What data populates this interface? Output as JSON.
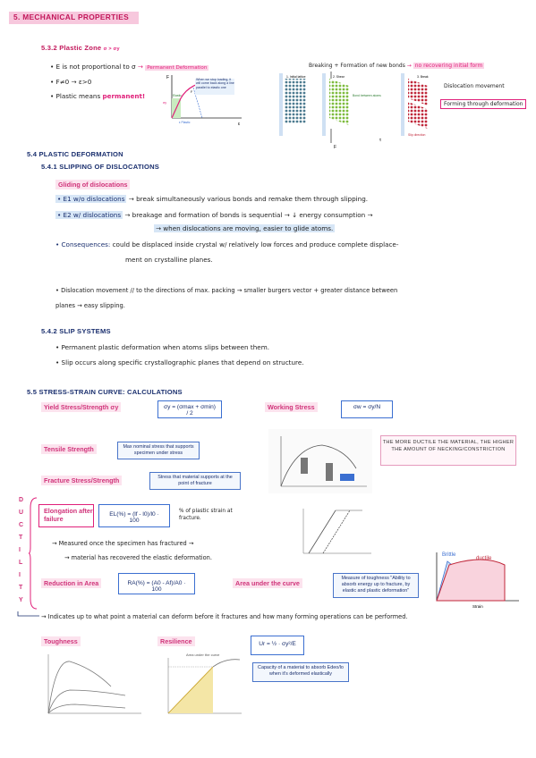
{
  "header": {
    "title": "5. MECHANICAL PROPERTIES"
  },
  "plastic_zone": {
    "title": "5.3.2 Plastic Zone",
    "condition": "σ > σy",
    "bullet1": "• E is not proportional to σ",
    "bullet1_arrow": "→",
    "bullet1_hl": "Permanent Deformation",
    "bullet2": "• F≠0 → ε>0",
    "bullet3": "• Plastic means",
    "bullet3_hl": "permanent!",
    "graph": {
      "ylabel": "F",
      "xlabel": "ε",
      "label_elastic": "Elastic",
      "label_plastic": "ε Plastic",
      "label_yield": "σy",
      "label_annot": "When we stop loading, it will come back along a line parallel to elastic one",
      "point_f": "F"
    },
    "diagram": {
      "label1": "1. Initial lattice",
      "label2": "2. Shear",
      "label3": "3. Break",
      "label_bond": "Bond between atoms",
      "label_slip": "Slip direction",
      "f_top": "F",
      "f_bottom": "F",
      "t_label": "τ"
    },
    "right_line": "Breaking + Formation of new bonds",
    "right_arrow": "→",
    "right_hl": "no recovering initial form",
    "dislocation": "Dislocation movement",
    "forming": "Forming through deformation"
  },
  "plastic_def": {
    "title": "5.4 PLASTIC DEFORMATION",
    "sub": "5.4.1 SLIPPING OF DISLOCATIONS",
    "gliding": "Gliding of dislocations",
    "e1_lbl": "• E1 w/o dislocations",
    "e1_text": "→ break simultaneously various bonds and remake them through slipping.",
    "e2_lbl": "• E2 w/ dislocations",
    "e2_text": "→ breakage and formation of bonds is sequential → ↓ energy consumption →",
    "e2_cont": "→ when dislocations are moving, easier to glide atoms.",
    "cons_lbl": "• Consequences:",
    "cons_text": "could be displaced inside crystal w/ relatively low forces and produce complete displace-",
    "cons_cont": "ment on crystalline planes.",
    "disloc_text": "• Dislocation movement // to the directions of max. packing → smaller burgers vector + greater distance between",
    "disloc_cont": "planes → easy slipping."
  },
  "slip": {
    "title": "5.4.2 SLIP SYSTEMS",
    "b1": "• Permanent plastic deformation when atoms slips between them.",
    "b2": "• Slip occurs along specific crystallographic planes that depend on structure."
  },
  "stress": {
    "title": "5.5 STRESS-STRAIN CURVE: CALCULATIONS",
    "yield_lbl": "Yield Stress/Strength σy",
    "yield_formula": "σy = (σmax + σmin) / 2",
    "working_lbl": "Working Stress",
    "working_formula": "σw = σy/N",
    "tensile_lbl": "Tensile Strength",
    "tensile_box": "Max nominal stress that supports specimen under stress",
    "fracture_lbl": "Fracture Stress/Strength",
    "fracture_box": "Stress that material supports at the point of fracture",
    "ductile_box": "THE MORE DUCTILE THE MATERIAL, THE HIGHER THE AMOUNT OF NECKING/CONSTRICTION",
    "ductility_letters": [
      "D",
      "U",
      "C",
      "T",
      "I",
      "L",
      "I",
      "T",
      "Y"
    ],
    "elong_lbl": "Elongation after failure",
    "elong_formula": "EL(%) = (lf - l0)/l0 · 100",
    "elong_note": "% of plastic strain at fracture.",
    "measured": "→ Measured once the specimen has fractured →",
    "measured_cont": "→ material has recovered the elastic deformation.",
    "ra_lbl": "Reduction in Area",
    "ra_formula": "RA(%) = (A0 - Af)/A0 · 100",
    "area_lbl": "Area under the curve",
    "area_box": "Measure of toughness \"Ability to absorb energy up to fracture, by elastic and plastic deformation\"",
    "brittle": "Brittle",
    "ductile": "ductile",
    "strain_lbl": "Strain",
    "indicates": "→ Indicates up to what point a material can deform before it fractures and how many forming operations can be performed.",
    "toughness_lbl": "Toughness",
    "resilience_lbl": "Resilience",
    "resilience_formula": "Ur = ½ · σy²/E",
    "resilience_box": "Capacity of a material to absorb Edeo/lo when it's deformed elastically",
    "res_graph_title": "Area under the curve"
  },
  "colors": {
    "pink": "#e0207a",
    "navy": "#1a2f6e",
    "blue": "#3b6fd1"
  }
}
